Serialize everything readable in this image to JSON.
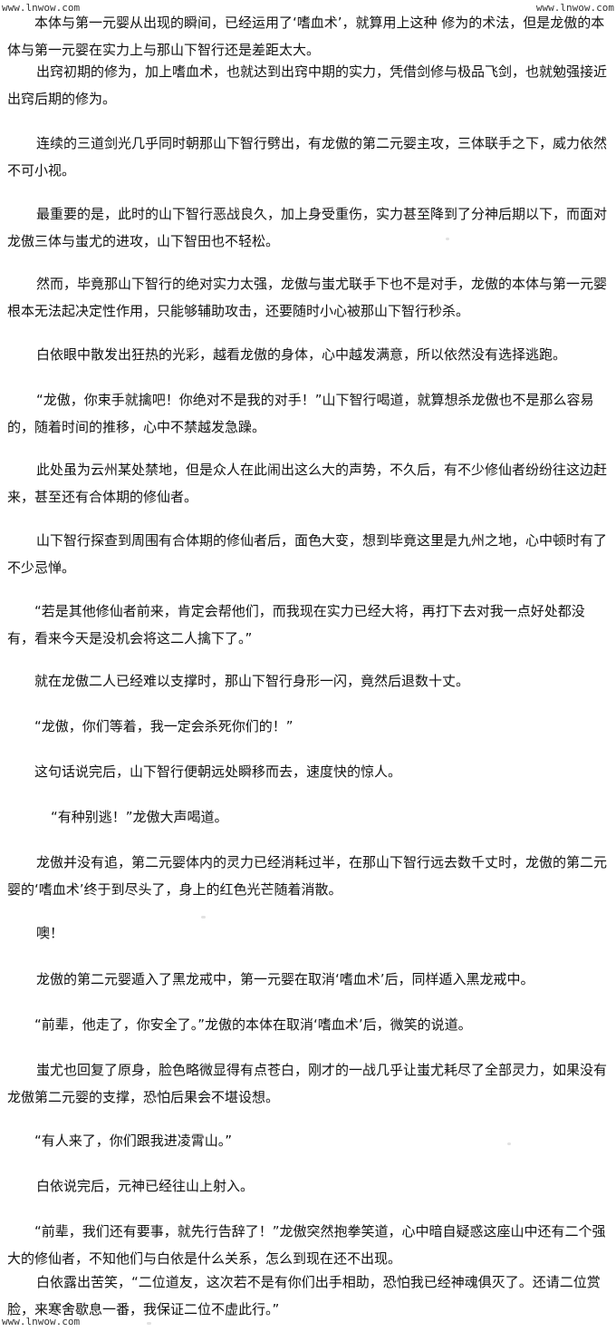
{
  "watermarks": {
    "top_left": "www.lnwow.com",
    "top_right": "www.lnwow.com",
    "bottom_left": "www.lnwow.com"
  },
  "paragraphs": [
    "本体与第一元婴从出现的瞬间，已经运用了‘嗜血术’，就算用上这种 修为的术法，但是龙傲的本体与第一元婴在实力上与那山下智行还是差距太大。",
    "出窍初期的修为，加上嗜血术，也就达到出窍中期的实力，凭借剑修与极品飞剑，也就勉强接近出窍后期的修为。",
    "连续的三道剑光几乎同时朝那山下智行劈出，有龙傲的第二元婴主攻，三体联手之下，威力依然不可小视。",
    "最重要的是，此时的山下智行恶战良久，加上身受重伤，实力甚至降到了分神后期以下，而面对龙傲三体与蚩尤的进攻，山下智田也不轻松。",
    "然而，毕竟那山下智行的绝对实力太强，龙傲与蚩尤联手下也不是对手，龙傲的本体与第一元婴根本无法起决定性作用，只能够辅助攻击，还要随时小心被那山下智行秒杀。",
    "白依眼中散发出狂热的光彩，越看龙傲的身体，心中越发满意，所以依然没有选择逃跑。",
    "“龙傲，你束手就擒吧！你绝对不是我的对手！”山下智行喝道，就算想杀龙傲也不是那么容易的，随着时间的推移，心中不禁越发急躁。",
    "此处虽为云州某处禁地，但是众人在此闹出这么大的声势，不久后，有不少修仙者纷纷往这边赶来，甚至还有合体期的修仙者。",
    "山下智行探查到周围有合体期的修仙者后，面色大变，想到毕竟这里是九州之地，心中顿时有了不少忌惮。",
    "“若是其他修仙者前来，肯定会帮他们，而我现在实力已经大将，再打下去对我一点好处都没有，看来今天是没机会将这二人擒下了。”",
    "就在龙傲二人已经难以支撑时，那山下智行身形一闪，竟然后退数十丈。",
    "“龙傲，你们等着，我一定会杀死你们的！”",
    "这句话说完后，山下智行便朝远处瞬移而去，速度快的惊人。",
    "“有种别逃！”龙傲大声喝道。",
    "龙傲并没有追，第二元婴体内的灵力已经消耗过半，在那山下智行远去数千丈时，龙傲的第二元婴的‘嗜血术’终于到尽头了，身上的红色光芒随着消散。",
    "噢！",
    "龙傲的第二元婴遁入了黑龙戒中，第一元婴在取消‘嗜血术’后，同样遁入黑龙戒中。",
    "“前辈，他走了，你安全了。”龙傲的本体在取消‘嗜血术’后，微笑的说道。",
    "蚩尤也回复了原身，脸色略微显得有点苍白，刚才的一战几乎让蚩尤耗尽了全部灵力，如果没有龙傲第二元婴的支撑，恐怕后果会不堪设想。",
    "“有人来了，你们跟我进凌霄山。”",
    "白依说完后，元神已经往山上射入。",
    "“前辈，我们还有要事，就先行告辞了！”龙傲突然抱拳笑道，心中暗自疑惑这座山中还有二个强大的修仙者，不知他们与白依是什么关系，怎么到现在还不出现。",
    "白依露出苦笑，“二位道友，这次若不是有你们出手相助，恐怕我已经神魂俱灭了。还请二位赏脸，来寒舍歇息一番，我保证二位不虚此行。”"
  ]
}
